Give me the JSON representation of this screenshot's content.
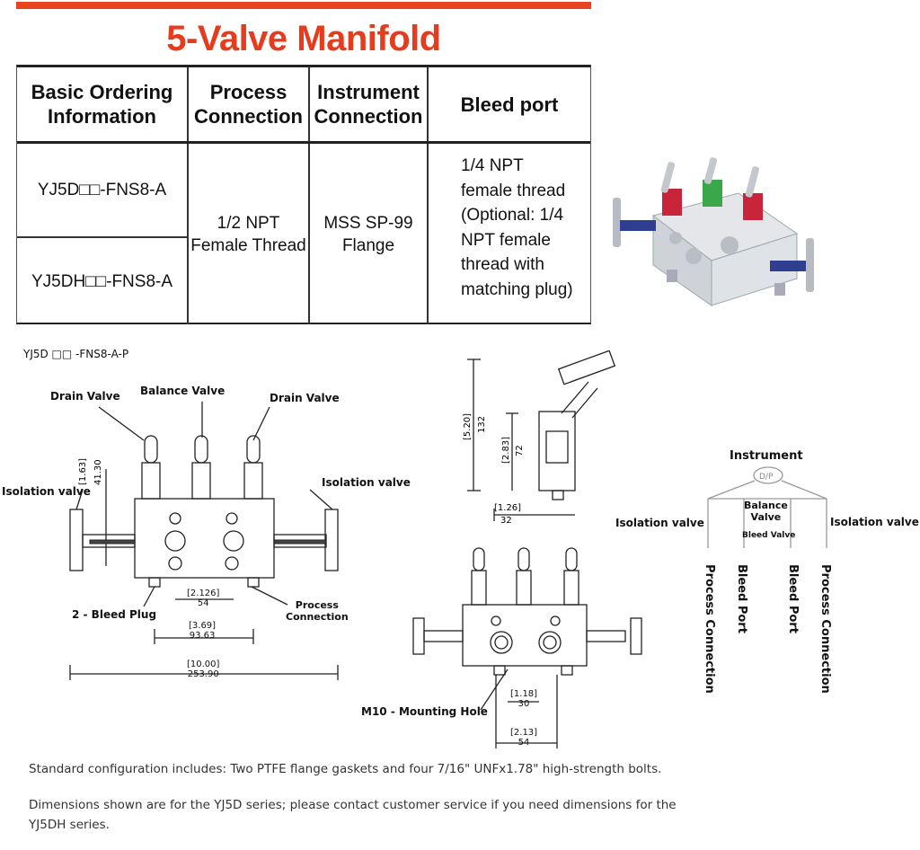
{
  "header": {
    "title": "5-Valve Manifold"
  },
  "table": {
    "columns": [
      "Basic Ordering Information",
      "Process Connection",
      "Instrument Connection",
      "Bleed port"
    ],
    "col1_lines": [
      [
        "Basic Ordering",
        "Information"
      ],
      [
        "Process",
        "Connection"
      ],
      [
        "Instrument",
        "Connection"
      ],
      [
        "Bleed port"
      ]
    ],
    "rows": [
      "YJ5D□□-FNS8-A",
      "YJ5DH□□-FNS8-A"
    ],
    "process_connection": [
      "1/2 NPT",
      "Female Thread"
    ],
    "instrument_connection": [
      "MSS SP-99",
      "Flange"
    ],
    "bleed_port": [
      "1/4 NPT",
      "female thread",
      "(Optional: 1/4",
      "NPT female",
      "thread with",
      "matching plug)"
    ]
  },
  "drawing": {
    "model_code": "YJ5D □□ -FNS8-A-P",
    "labels": {
      "drain_valve_left": "Drain Valve",
      "balance_valve": "Balance Valve",
      "drain_valve_right": "Drain Valve",
      "isolation_left": "Isolation valve",
      "isolation_right": "Isolation valve",
      "bleed_plug": "2 - Bleed Plug",
      "process_connection_1": "Process",
      "process_connection_2": "Connection",
      "mounting_hole": "M10 - Mounting Hole"
    },
    "dims": {
      "d1_in": "[1.63]",
      "d1_mm": "41.30",
      "d2_in": "[2.126]",
      "d2_mm": "54",
      "d3_in": "[3.69]",
      "d3_mm": "93.63",
      "d4_in": "[10.00]",
      "d4_mm": "253.90",
      "side_h_in": "[5.20]",
      "side_h_mm": "132",
      "side_m_in": "[2.83]",
      "side_m_mm": "72",
      "side_w_in": "[1.26]",
      "side_w_mm": "32",
      "bot_a_in": "[1.18]",
      "bot_a_mm": "30",
      "bot_b_in": "[2.13]",
      "bot_b_mm": "54"
    }
  },
  "schematic": {
    "instrument": "Instrument",
    "dp": "D/P",
    "balance_1": "Balance",
    "balance_2": "Valve",
    "bleed_valve": "Bleed Valve",
    "isolation_left": "Isolation valve",
    "isolation_right": "Isolation valve",
    "process_left": "Process Connection",
    "bleed_left": "Bleed Port",
    "bleed_right": "Bleed Port",
    "process_right": "Process Connection"
  },
  "notes": {
    "line1": "Standard configuration includes: Two PTFE flange gaskets and four 7/16\" UNFx1.78\" high-strength bolts.",
    "line2a": "Dimensions shown are for the YJ5D series; please contact customer service if you need dimensions for the",
    "line2b": "YJ5DH series."
  },
  "colors": {
    "accent": "#e63b1c",
    "valve_red": "#c8243a",
    "valve_green": "#3aa84a",
    "valve_blue": "#2e3f8f"
  }
}
